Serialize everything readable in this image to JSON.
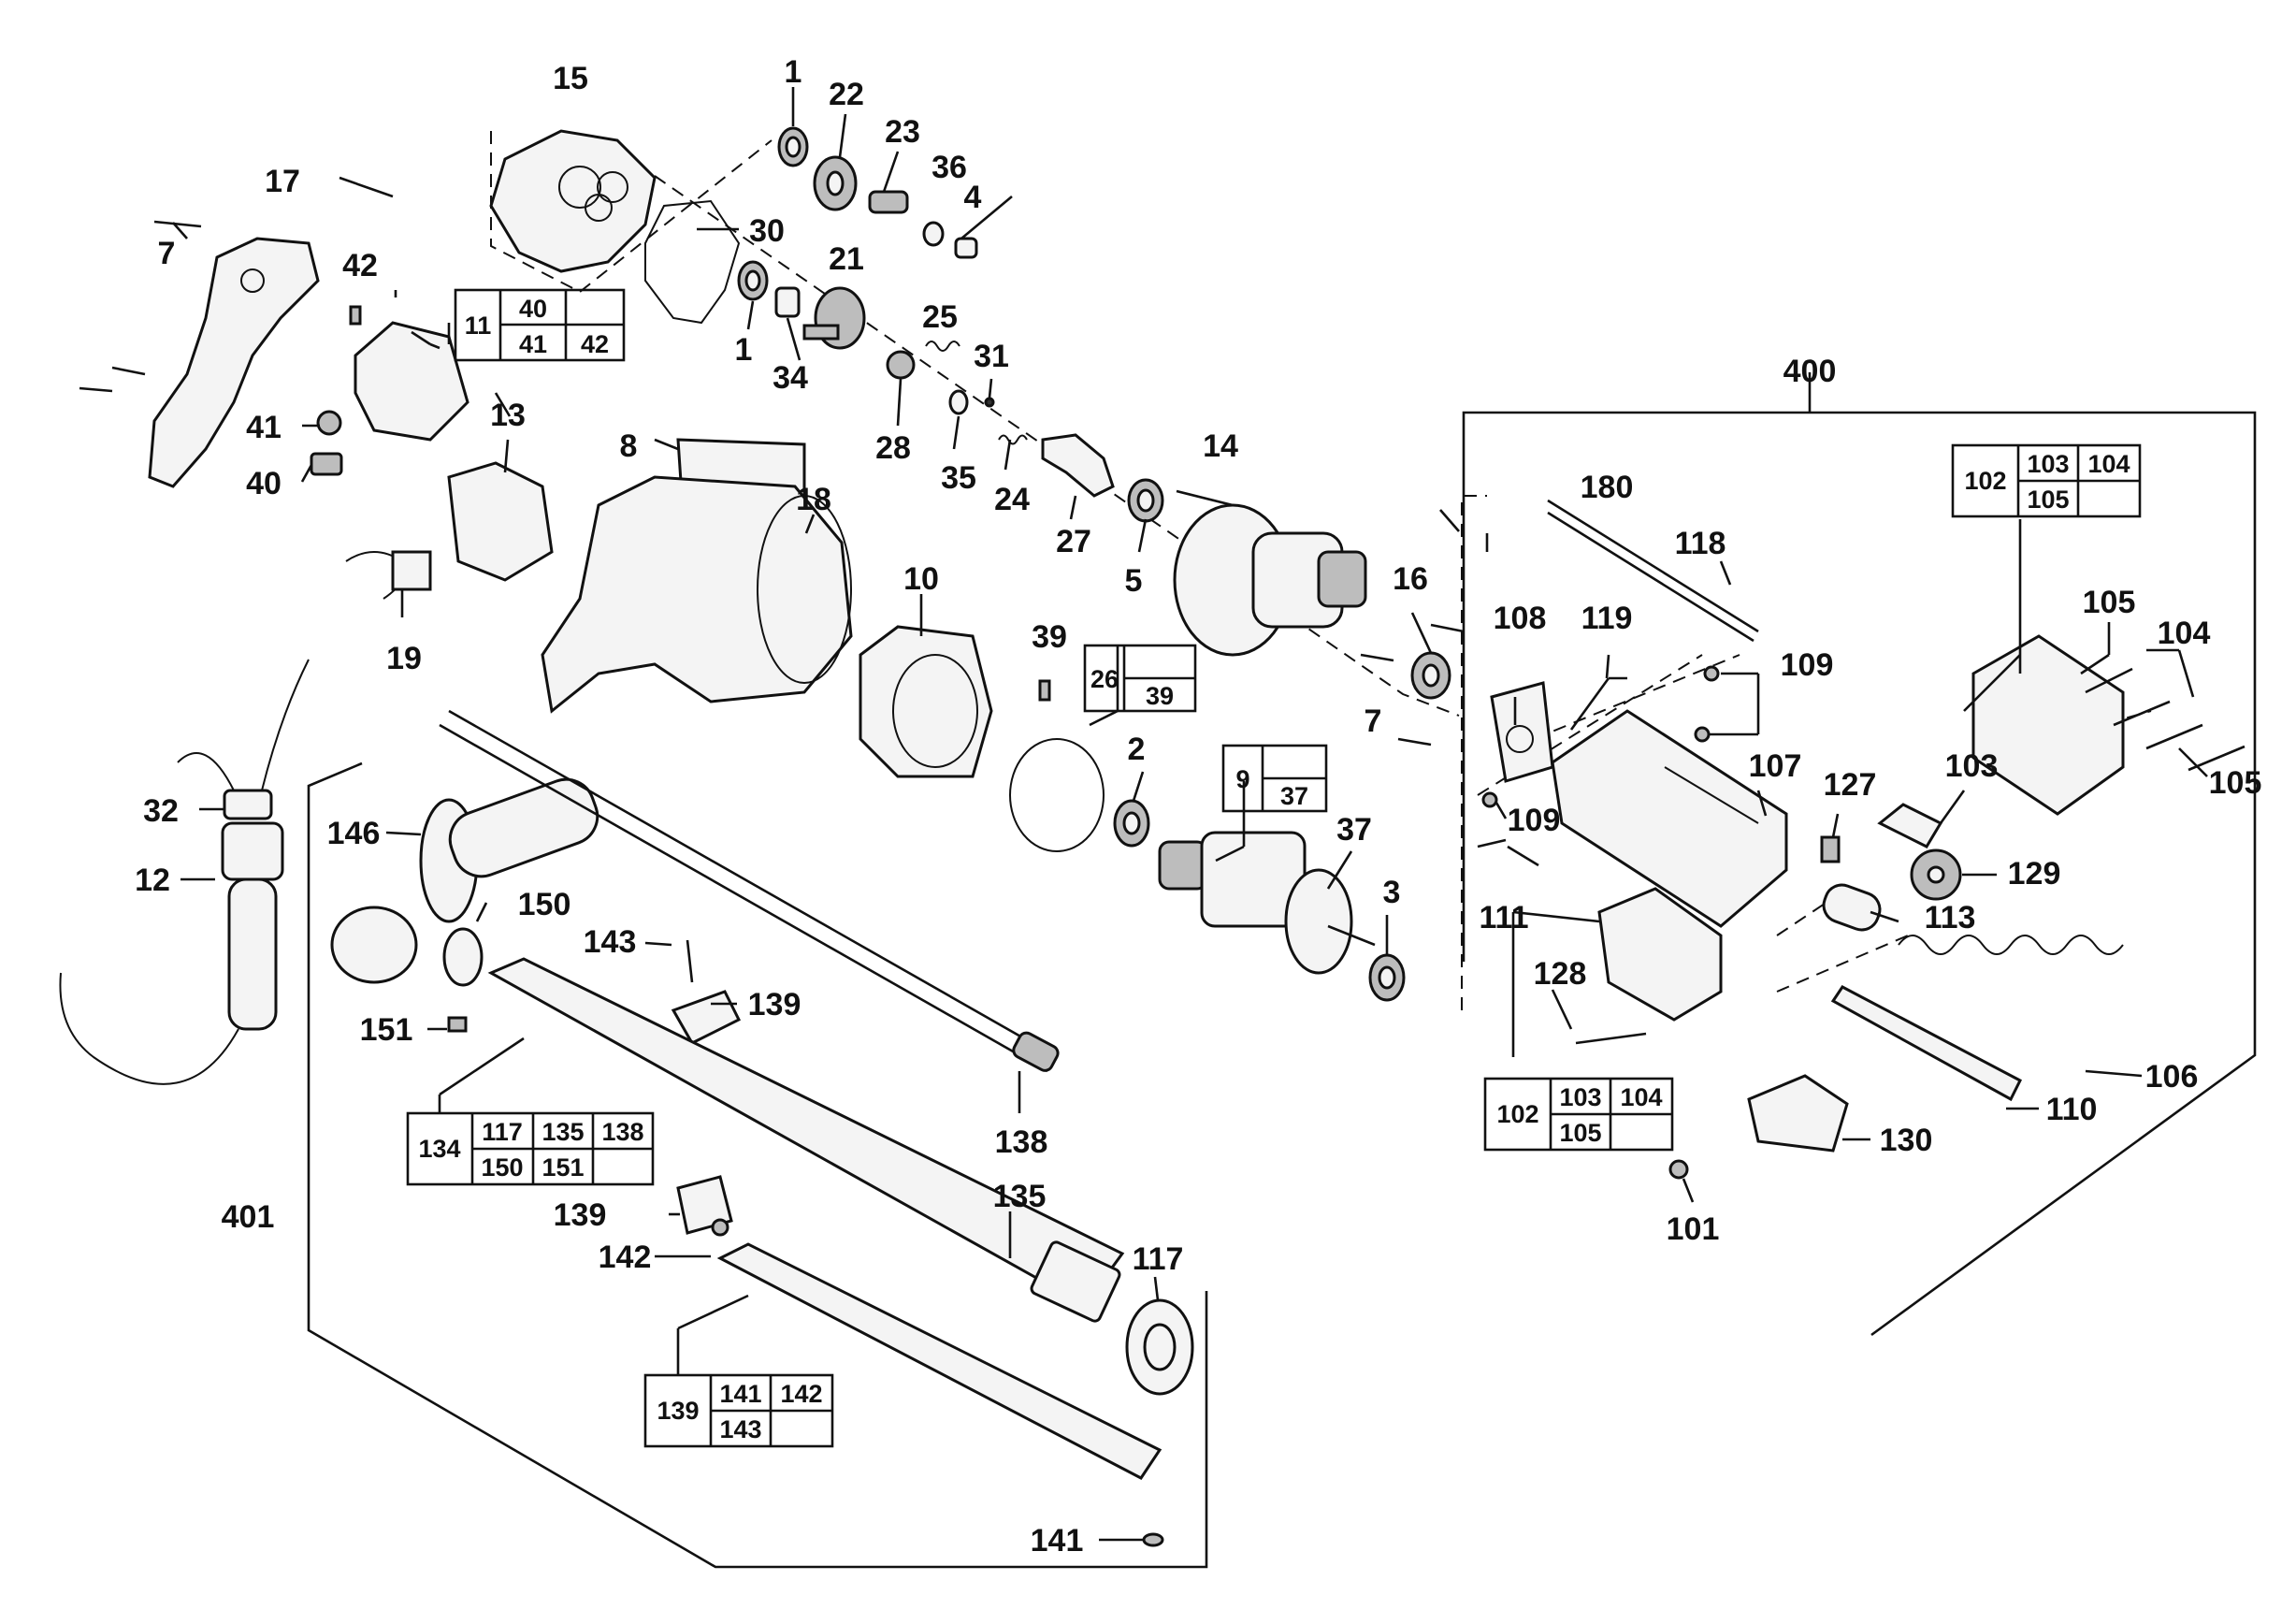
{
  "diagram": {
    "labels": {
      "l1a": "1",
      "l22": "22",
      "l15": "15",
      "l23": "23",
      "l36": "36",
      "l4": "4",
      "l17": "17",
      "l30": "30",
      "l7a": "7",
      "l42": "42",
      "l21": "21",
      "l1b": "1",
      "l25": "25",
      "l34": "34",
      "l31": "31",
      "l41": "41",
      "l13": "13",
      "l28": "28",
      "l35": "35",
      "l24": "24",
      "l8": "8",
      "l40": "40",
      "l18": "18",
      "l14": "14",
      "l27": "27",
      "l5": "5",
      "l400": "400",
      "l180": "180",
      "l118": "118",
      "l19": "19",
      "l10": "10",
      "l39": "39",
      "l16": "16",
      "l108": "108",
      "l119": "119",
      "l109a": "109",
      "l7b": "7",
      "l2": "2",
      "l32": "32",
      "l12": "12",
      "l146": "146",
      "l150": "150",
      "l37": "37",
      "l3": "3",
      "l109b": "109",
      "l107": "107",
      "l127": "127",
      "l103": "103",
      "l129": "129",
      "l105a": "105",
      "l104": "104",
      "l105b": "105",
      "l111": "111",
      "l113": "113",
      "l143a": "143",
      "l139a": "139",
      "l128": "128",
      "l151": "151",
      "l138": "138",
      "l106": "106",
      "l110": "110",
      "l130": "130",
      "l401": "401",
      "l135": "135",
      "l139b": "139",
      "l117": "117",
      "l101": "101",
      "l142": "142",
      "l141": "141"
    },
    "tables": {
      "t11": {
        "main": "11",
        "r1c1": "40",
        "r1c2": "",
        "r2c1": "41",
        "r2c2": "42"
      },
      "t26": {
        "main": "26",
        "r1c1": "",
        "r2c1": "39"
      },
      "t9": {
        "main": "9",
        "r1c1": "",
        "r2c1": "37"
      },
      "t102a": {
        "main": "102",
        "r1c1": "103",
        "r1c2": "104",
        "r2c1": "105",
        "r2c2": ""
      },
      "t102b": {
        "main": "102",
        "r1c1": "103",
        "r1c2": "104",
        "r2c1": "105",
        "r2c2": ""
      },
      "t134": {
        "main": "134",
        "r1c1": "117",
        "r1c2": "135",
        "r1c3": "138",
        "r2c1": "150",
        "r2c2": "151",
        "r2c3": ""
      },
      "t139": {
        "main": "139",
        "r1c1": "141",
        "r1c2": "142",
        "r2c1": "143",
        "r2c2": ""
      }
    }
  }
}
